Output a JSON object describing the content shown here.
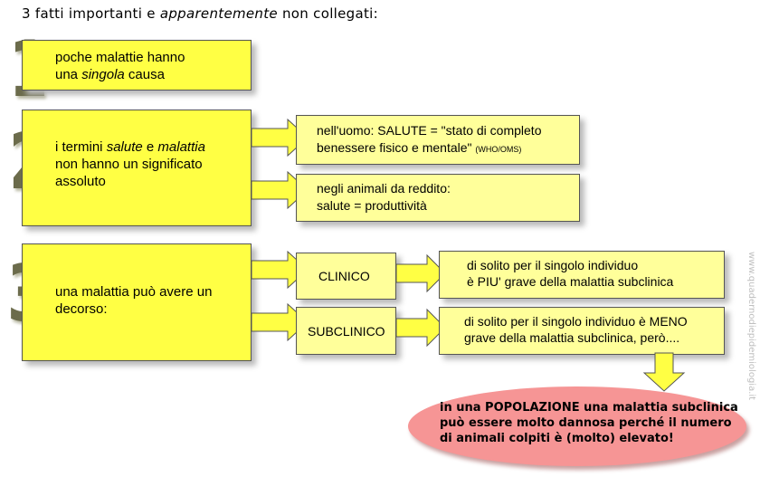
{
  "title": {
    "part1": "3 fatti importanti e ",
    "part2_italic": "apparentemente",
    "part3": " non collegati:"
  },
  "numbers": [
    "1",
    "2",
    "3"
  ],
  "fact1": {
    "line1": "poche malattie hanno",
    "line2_pre": "una ",
    "line2_italic": "singola",
    "line2_post": " causa"
  },
  "fact2": {
    "line1_pre": "i termini ",
    "line1_it1": "salute",
    "line1_mid": " e ",
    "line1_it2": "malattia",
    "line2": "non hanno un significato",
    "line3": "assoluto",
    "human": {
      "line1": "nell'uomo: SALUTE = \"stato di completo",
      "line2": "benessere fisico e mentale\" ",
      "source": "(WHO/OMS)"
    },
    "animals": {
      "line1": "negli animali da reddito:",
      "line2": "salute = produttività"
    }
  },
  "fact3": {
    "line1": "una malattia può avere un",
    "line2": "decorso:",
    "clinical": {
      "label": "CLINICO",
      "desc_line1": "di solito per il singolo individuo",
      "desc_line2": "è PIU' grave della malattia subclinica"
    },
    "subclinical": {
      "label": "SUBCLINICO",
      "desc_line1": "di solito per il singolo individuo è MENO",
      "desc_line2": "grave della malattia subclinica, però...."
    }
  },
  "conclusion": {
    "line1": "in una POPOLAZIONE una malattia subclinica",
    "line2": "può essere molto dannosa perché il numero",
    "line3": "di animali colpiti è (molto) elevato!"
  },
  "watermark": "www.quadernodiepidemiologia.it",
  "colors": {
    "yellow_bright": "#ffff44",
    "yellow_pale": "#ffff9a",
    "pink": "#f69595",
    "number_gray": "#6b6b4b"
  }
}
